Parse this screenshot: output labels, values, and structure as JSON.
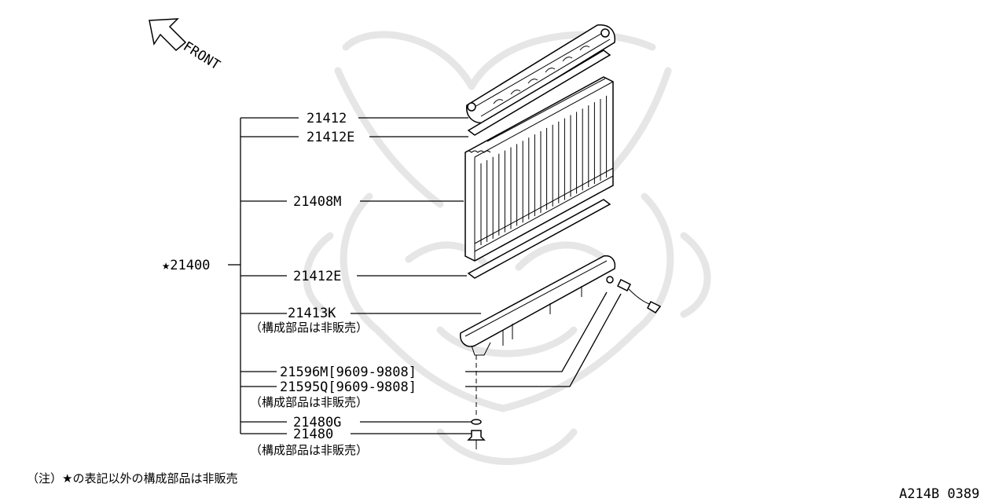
{
  "direction_label": "FRONT",
  "assembly_number": "★21400",
  "parts": [
    {
      "number": "21412",
      "note": ""
    },
    {
      "number": "21412E",
      "note": ""
    },
    {
      "number": "21408M",
      "note": ""
    },
    {
      "number": "21412E",
      "note": ""
    },
    {
      "number": "21413K",
      "note": "（構成部品は非販売）"
    },
    {
      "number": "21596M[9609-9808]",
      "note": ""
    },
    {
      "number": "21595Q[9609-9808]",
      "note": "（構成部品は非販売）"
    },
    {
      "number": "21480G",
      "note": ""
    },
    {
      "number": "21480",
      "note": "（構成部品は非販売）"
    }
  ],
  "footnote": "（注）★の表記以外の構成部品は非販売",
  "diagram_code": "A214B 0389"
}
